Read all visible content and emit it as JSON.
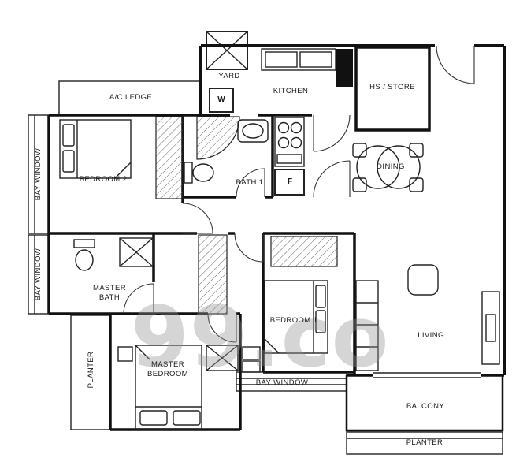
{
  "watermark": "99.co",
  "rooms": {
    "ac_ledge": "A/C LEDGE",
    "yard": "YARD",
    "kitchen": "KITCHEN",
    "hs_store": "HS / STORE",
    "bedroom2": "BEDROOM 2",
    "bath1": "BATH 1",
    "dining": "DINING",
    "master_bath": "MASTER BATH",
    "bedroom1": "BEDROOM 1",
    "living": "LIVING",
    "master_bedroom": "MASTER BEDROOM",
    "balcony": "BALCONY",
    "bay_window": "BAY WINDOW",
    "planter": "PLANTER"
  },
  "appliances": {
    "washer": "W",
    "fridge": "F"
  },
  "colors": {
    "wall": "#111111",
    "watermark": "#919191"
  }
}
